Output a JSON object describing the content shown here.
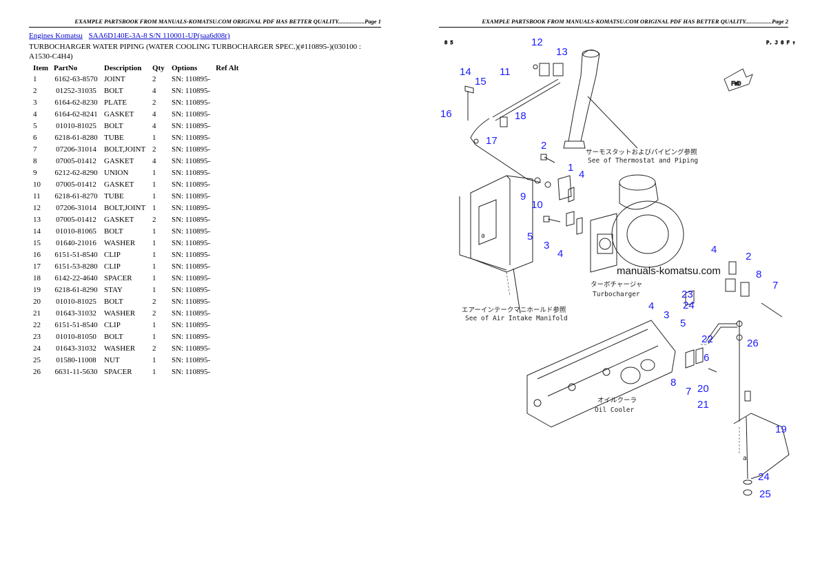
{
  "page_left": {
    "banner": "EXAMPLE PARTSBOOK FROM MANUALS-KOMATSU.COM ORIGINAL PDF HAS BETTER QUALITY..................Page 1",
    "breadcrumbs": [
      "Engines Komatsu",
      "SAA6D140E-3A-8 S/N 110001-UP(saa6d08r)"
    ],
    "title": "TURBOCHARGER WATER PIPING (WATER COOLING TURBOCHARGER SPEC.)(#110895-)(030100 : A1530-C4H4)",
    "table": {
      "headers": [
        "Item",
        "PartNo",
        "Description",
        "Qty",
        "Options",
        "Ref Alt"
      ],
      "rows": [
        [
          "1",
          "6162-63-8570",
          "JOINT",
          "2",
          "SN: 110895-",
          ""
        ],
        [
          "2",
          "01252-31035",
          "BOLT",
          "4",
          "SN: 110895-",
          ""
        ],
        [
          "3",
          "6164-62-8230",
          "PLATE",
          "2",
          "SN: 110895-",
          ""
        ],
        [
          "4",
          "6164-62-8241",
          "GASKET",
          "4",
          "SN: 110895-",
          ""
        ],
        [
          "5",
          "01010-81025",
          "BOLT",
          "4",
          "SN: 110895-",
          ""
        ],
        [
          "6",
          "6218-61-8280",
          "TUBE",
          "1",
          "SN: 110895-",
          ""
        ],
        [
          "7",
          "07206-31014",
          "BOLT,JOINT",
          "2",
          "SN: 110895-",
          ""
        ],
        [
          "8",
          "07005-01412",
          "GASKET",
          "4",
          "SN: 110895-",
          ""
        ],
        [
          "9",
          "6212-62-8290",
          "UNION",
          "1",
          "SN: 110895-",
          ""
        ],
        [
          "10",
          "07005-01412",
          "GASKET",
          "1",
          "SN: 110895-",
          ""
        ],
        [
          "11",
          "6218-61-8270",
          "TUBE",
          "1",
          "SN: 110895-",
          ""
        ],
        [
          "12",
          "07206-31014",
          "BOLT,JOINT",
          "1",
          "SN: 110895-",
          ""
        ],
        [
          "13",
          "07005-01412",
          "GASKET",
          "2",
          "SN: 110895-",
          ""
        ],
        [
          "14",
          "01010-81065",
          "BOLT",
          "1",
          "SN: 110895-",
          ""
        ],
        [
          "15",
          "01640-21016",
          "WASHER",
          "1",
          "SN: 110895-",
          ""
        ],
        [
          "16",
          "6151-51-8540",
          "CLIP",
          "1",
          "SN: 110895-",
          ""
        ],
        [
          "17",
          "6151-53-8280",
          "CLIP",
          "1",
          "SN: 110895-",
          ""
        ],
        [
          "18",
          "6142-22-4640",
          "SPACER",
          "1",
          "SN: 110895-",
          ""
        ],
        [
          "19",
          "6218-61-8290",
          "STAY",
          "1",
          "SN: 110895-",
          ""
        ],
        [
          "20",
          "01010-81025",
          "BOLT",
          "2",
          "SN: 110895-",
          ""
        ],
        [
          "21",
          "01643-31032",
          "WASHER",
          "2",
          "SN: 110895-",
          ""
        ],
        [
          "22",
          "6151-51-8540",
          "CLIP",
          "1",
          "SN: 110895-",
          ""
        ],
        [
          "23",
          "01010-81050",
          "BOLT",
          "1",
          "SN: 110895-",
          ""
        ],
        [
          "24",
          "01643-31032",
          "WASHER",
          "2",
          "SN: 110895-",
          ""
        ],
        [
          "25",
          "01580-11008",
          "NUT",
          "1",
          "SN: 110895-",
          ""
        ],
        [
          "26",
          "6631-11-5630",
          "SPACER",
          "1",
          "SN: 110895-",
          ""
        ]
      ]
    }
  },
  "page_right": {
    "banner": "EXAMPLE PARTSBOOK FROM MANUALS-KOMATSU.COM ORIGINAL PDF HAS BETTER QUALITY..................Page 2",
    "diagram": {
      "corner_left": "8 5",
      "corner_right": "P. J 8 F ↑",
      "fwd_label": "FWD",
      "watermark": "manuals-komatsu.com",
      "annotations": {
        "thermostat_jp": "サーモスタットおよびパイピング参照",
        "thermostat_en": "See of Thermostat and Piping",
        "turbo_jp": "ターボチャージャ",
        "turbo_en": "Turbocharger",
        "intake_jp": "エアーインテークマニホールド参照",
        "intake_en": "See of Air Intake Manifold",
        "oil_jp": "オイルクーラ",
        "oil_en": "Oil Cooler",
        "mark_a": "a"
      },
      "callouts": {
        "c12": "12",
        "c13": "13",
        "c14": "14",
        "c15": "15",
        "c11": "11",
        "c16": "16",
        "c18": "18",
        "c17": "17",
        "c2a": "2",
        "c1a": "1",
        "c4a": "4",
        "c9": "9",
        "c10": "10",
        "c5a": "5",
        "c3a": "3",
        "c4b": "4",
        "c4c": "4",
        "c2b": "2",
        "c8a": "8",
        "c7a": "7",
        "c23": "23",
        "c24a": "24",
        "c4d": "4",
        "c3b": "3",
        "c5b": "5",
        "c22": "22",
        "c26": "26",
        "c6": "6",
        "c8b": "8",
        "c7b": "7",
        "c20": "20",
        "c21": "21",
        "c19": "19",
        "c24b": "24",
        "c25": "25"
      }
    }
  }
}
